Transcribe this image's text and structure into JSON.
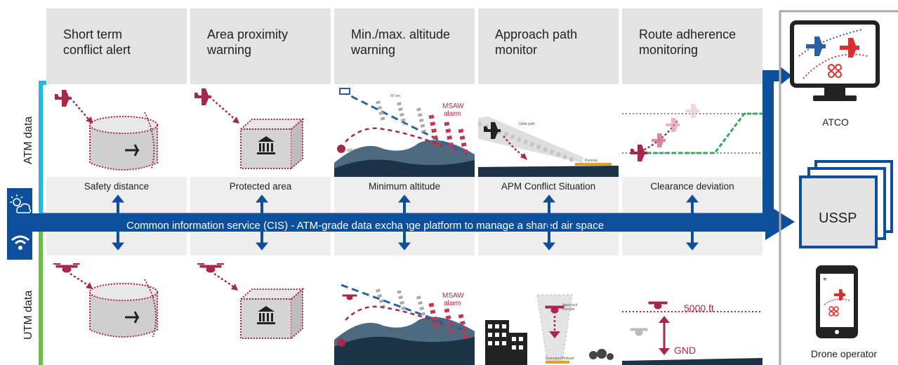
{
  "columns": [
    {
      "title": "Short term\nconflict alert",
      "caption": "Safety distance"
    },
    {
      "title": "Area proximity\nwarning",
      "caption": "Protected area"
    },
    {
      "title": "Min./max. altitude\nwarning",
      "caption": "Minimum altitude"
    },
    {
      "title": "Approach path\nmonitor",
      "caption": "APM Conflict Situation"
    },
    {
      "title": "Route adherence\nmonitoring",
      "caption": "Clearance deviation"
    }
  ],
  "rows": {
    "atm_label": "ATM data",
    "utm_label": "UTM data"
  },
  "cis_banner": "Common information service (CIS) - ATM-grade data exchange platform to manage a shared air space",
  "right": {
    "atco": "ATCO",
    "ussp": "USSP",
    "drone_operator": "Drone operator"
  },
  "diagram_text": {
    "msaw_alarm": "MSAW\nalarm",
    "sixty_sec": "60 sec",
    "glide_path": "Glide path",
    "runway": "Runway",
    "approach_corridor": "Approach\nCorridor",
    "droneport": "Droneport/Helipad",
    "alt_5000": "5000 ft",
    "gnd": "GND",
    "small_alt": "500 ft"
  },
  "colors": {
    "atm_line": "#21b8e8",
    "utm_line": "#6cbe45",
    "cis_blue": "#0d4f9a",
    "plane_red": "#a8284a",
    "head_gray": "#e3e3e3"
  },
  "icons": [
    "airplane-icon",
    "drone-icon",
    "building-icon",
    "weather-icon",
    "wifi-icon",
    "monitor-icon",
    "smartphone-icon",
    "trees-icon"
  ]
}
